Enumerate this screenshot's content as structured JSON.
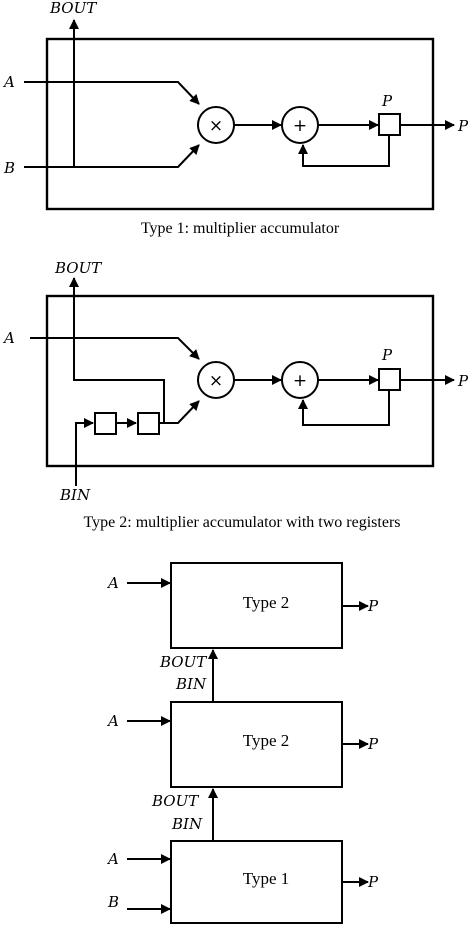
{
  "type1": {
    "caption": "Type 1: multiplier accumulator",
    "in_a": "A",
    "in_b": "B",
    "bout": "BOUT",
    "p_reg": "P",
    "p_out": "P",
    "mult_symbol": "×",
    "add_symbol": "+"
  },
  "type2": {
    "caption": "Type 2: multiplier accumulator with two registers",
    "in_a": "A",
    "bout": "BOUT",
    "bin": "BIN",
    "p_reg": "P",
    "p_out": "P",
    "mult_symbol": "×",
    "add_symbol": "+"
  },
  "chain": {
    "block_top": {
      "label": "Type 2",
      "in_a": "A",
      "p_out": "P"
    },
    "link_top": {
      "bout": "BOUT",
      "bin": "BIN"
    },
    "block_mid": {
      "label": "Type 2",
      "in_a": "A",
      "p_out": "P"
    },
    "link_bottom": {
      "bout": "BOUT",
      "bin": "BIN"
    },
    "block_bottom": {
      "label": "Type 1",
      "in_a": "A",
      "in_b": "B",
      "p_out": "P"
    }
  }
}
